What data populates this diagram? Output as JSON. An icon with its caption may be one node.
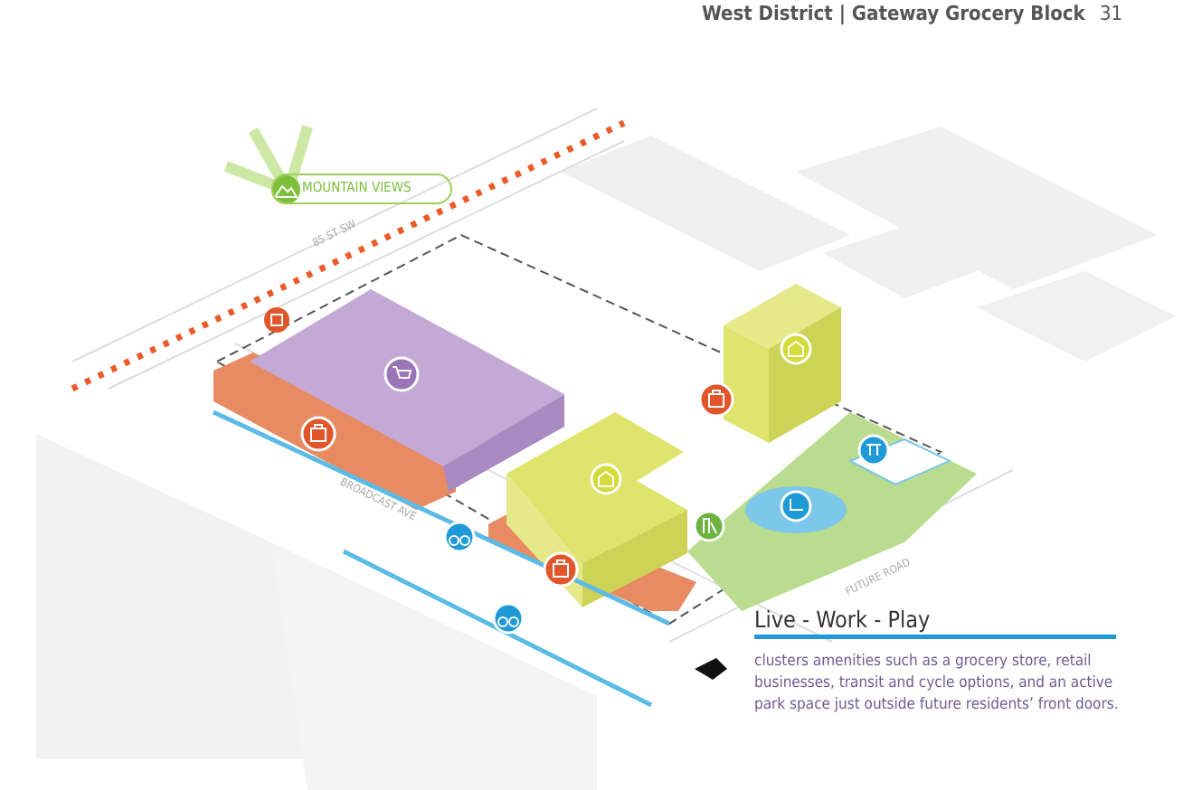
{
  "diagram": {
    "nodes": [
      {
        "text": [
          "MOUNTAIN VIEWS"
        ]
      }
    ],
    "labels": [
      "West District | Gateway Grocery Block",
      "31",
      "85 ST SW",
      "BROADCAST AVE",
      "FUTURE ROAD",
      "Live - Work - Play",
      "clusters amenities such as a grocery store, retail businesses, transit and cycle options, and an active park space just outside future residents’ front doors."
    ]
  }
}
